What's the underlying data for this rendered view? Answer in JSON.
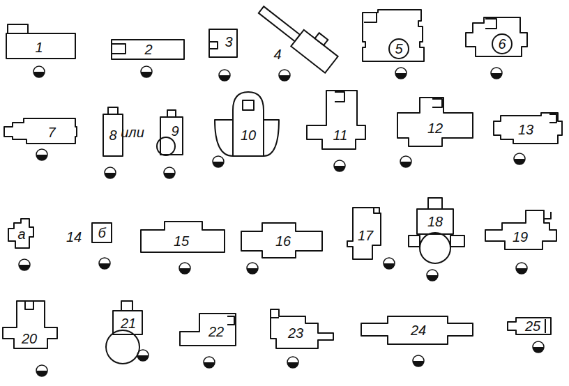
{
  "diagram": {
    "nodes": [
      {
        "text": [
          "1"
        ]
      },
      {
        "text": [
          "2"
        ]
      },
      {
        "text": [
          "3"
        ]
      },
      {
        "text": [
          "5"
        ]
      },
      {
        "text": [
          "6"
        ]
      },
      {
        "text": [
          "7"
        ]
      },
      {
        "text": [
          "8"
        ]
      },
      {
        "text": [
          "9"
        ]
      },
      {
        "text": [
          "10"
        ]
      },
      {
        "text": [
          "11"
        ]
      },
      {
        "text": [
          "12"
        ]
      },
      {
        "text": [
          "13"
        ]
      },
      {
        "text": [
          "а"
        ]
      },
      {
        "text": [
          "б"
        ]
      },
      {
        "text": [
          "15"
        ]
      },
      {
        "text": [
          "16"
        ]
      },
      {
        "text": [
          "17"
        ]
      },
      {
        "text": [
          "18"
        ]
      },
      {
        "text": [
          "19"
        ]
      },
      {
        "text": [
          "20"
        ]
      },
      {
        "text": [
          "21"
        ]
      },
      {
        "text": [
          "22"
        ]
      },
      {
        "text": [
          "23"
        ]
      },
      {
        "text": [
          "24"
        ]
      },
      {
        "text": [
          "25"
        ]
      }
    ],
    "labels": [
      "4",
      "или",
      "14"
    ]
  }
}
